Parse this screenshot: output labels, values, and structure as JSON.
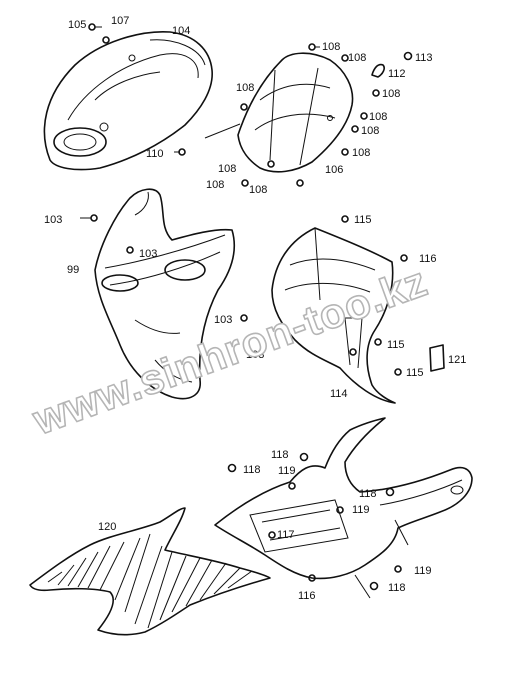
{
  "watermark": "www.sinhron-too.kz",
  "part_labels": [
    "105",
    "107",
    "104",
    "108",
    "108",
    "113",
    "112",
    "108",
    "108",
    "108",
    "108",
    "108",
    "110",
    "108",
    "108",
    "108",
    "106",
    "103",
    "115",
    "103",
    "99",
    "116",
    "103",
    "115",
    "103",
    "121",
    "115",
    "114",
    "118",
    "118",
    "119",
    "118",
    "119",
    "117",
    "120",
    "119",
    "116",
    "118"
  ]
}
